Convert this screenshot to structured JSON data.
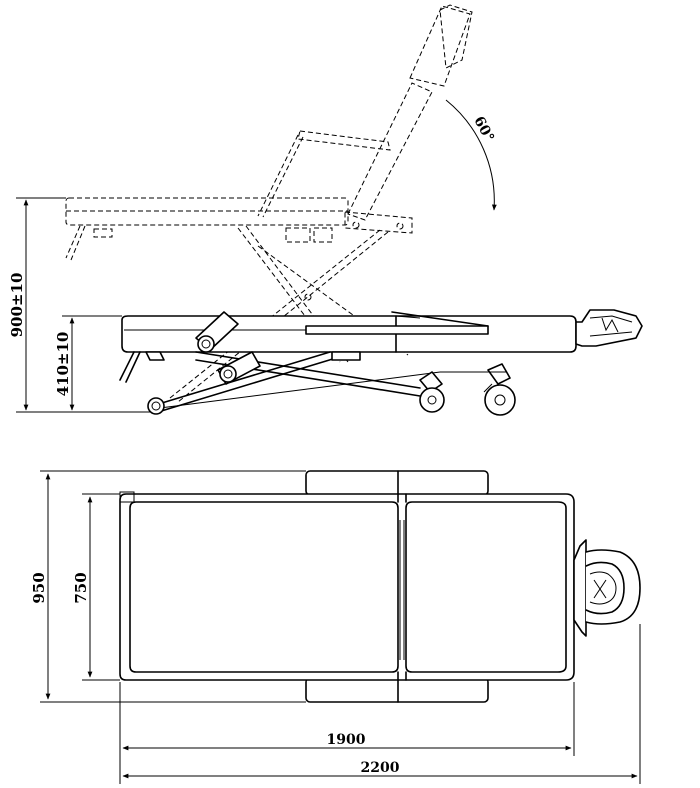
{
  "dimensions": {
    "total_height": "900±10",
    "lowered_height": "410±10",
    "backrest_angle": "60°",
    "width_total": "950",
    "width_mattress": "750",
    "length_mattress": "1900",
    "length_total": "2200"
  }
}
